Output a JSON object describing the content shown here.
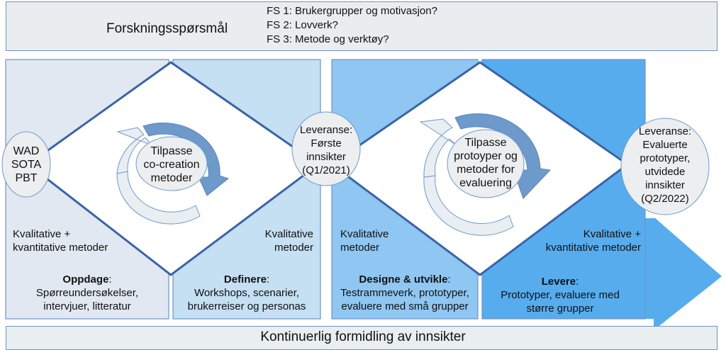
{
  "header": {
    "title": "Forskningsspørsmål",
    "questions": [
      "FS 1: Brukergrupper og motivasjon?",
      "FS 2: Lovverk?",
      "FS 3: Metode og verktøy?"
    ]
  },
  "phases": [
    {
      "name": "Oppdage",
      "methods_line1": "Kvalitative +",
      "methods_line2": "kvantitative metoder",
      "activities_line1": "Spørreundersøkelser,",
      "activities_line2": "intervjuer, litteratur",
      "color": "#e1e8f1"
    },
    {
      "name": "Definere",
      "methods_line1": "Kvalitative",
      "methods_line2": "metoder",
      "activities_line1": "Workshops, scenarier,",
      "activities_line2": "brukerreiser og personas",
      "color": "#c5dff3"
    },
    {
      "name": "Designe & utvikle",
      "methods_line1": "Kvalitative",
      "methods_line2": "metoder",
      "activities_line1": "Testrammeverk, prototyper,",
      "activities_line2": "evaluere med små grupper",
      "color": "#8fc6f2"
    },
    {
      "name": "Levere",
      "methods_line1": "Kvalitative +",
      "methods_line2": "kvantitative metoder",
      "activities_line1": "Prototyper, evaluere med",
      "activities_line2": "større grupper",
      "color": "#57acee"
    }
  ],
  "start_bubble": {
    "lines": [
      "WAD",
      "SOTA",
      "PBT"
    ]
  },
  "cycles": [
    {
      "lines": [
        "Tilpasse",
        "co-creation",
        "metoder"
      ]
    },
    {
      "lines": [
        "Tilpasse",
        "protoyper og",
        "metoder for",
        "evaluering"
      ]
    }
  ],
  "deliverables": [
    {
      "lines": [
        "Leveranse:",
        "Første",
        "innsikter",
        "(Q1/2021)"
      ]
    },
    {
      "lines": [
        "Leveranse:",
        "Evaluerte",
        "prototyper,",
        "utvidede",
        "innsikter",
        "(Q2/2022)"
      ]
    }
  ],
  "footer": {
    "text": "Kontinuerlig formidling av innsikter"
  },
  "colors": {
    "border": "#6f93c4",
    "diamond_stroke": "#3a64a6",
    "bubble_fill": "#eceeef",
    "cycle_dark": "#6e9acb",
    "cycle_light": "#e8eef2"
  }
}
